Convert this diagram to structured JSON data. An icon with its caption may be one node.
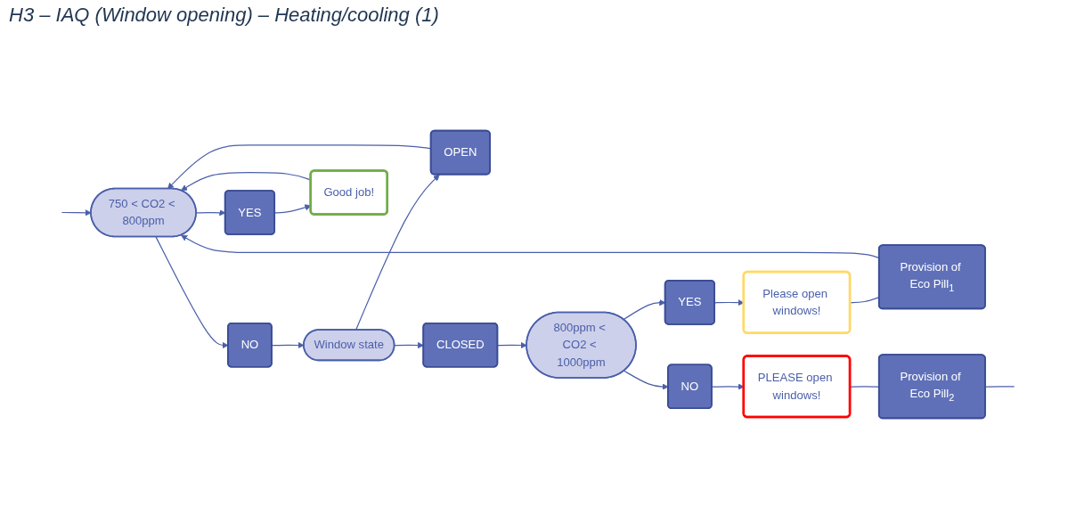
{
  "diagram": {
    "title": "H3 – IAQ (Window opening) – Heating/cooling (1)",
    "nodes": [
      {
        "text": [
          "750 < CO2 < 800ppm"
        ]
      },
      {
        "text": [
          "NO"
        ]
      },
      {
        "text": [
          "YES"
        ]
      },
      {
        "text": [
          "Window state"
        ]
      },
      {
        "text": [
          "Good job!"
        ]
      },
      {
        "text": [
          "OPEN"
        ]
      },
      {
        "text": [
          "CLOSED"
        ]
      },
      {
        "text": [
          "800ppm < CO2 < 1000ppm"
        ]
      },
      {
        "text": [
          "NO"
        ]
      },
      {
        "text": [
          "YES"
        ]
      },
      {
        "text": [
          "Please open windows!"
        ]
      },
      {
        "text": [
          "PLEASE open windows!"
        ]
      },
      {
        "text": [
          "Provision of Eco Pill$_{1}$"
        ]
      },
      {
        "text": [
          "Provision of Eco Pill$_{2}$"
        ]
      }
    ],
    "edges": [
      {
        "from": 0,
        "to": 1,
        "arrow": "to"
      },
      {
        "from": 0,
        "to": 2,
        "arrow": "to"
      },
      {
        "from": 1,
        "to": 3,
        "arrow": "to"
      },
      {
        "from": 2,
        "to": 4,
        "arrow": "to"
      },
      {
        "from": 3,
        "to": 5,
        "arrow": "to"
      },
      {
        "from": 3,
        "to": 6,
        "arrow": "to"
      },
      {
        "from": 6,
        "to": 7,
        "arrow": "to"
      },
      {
        "from": 7,
        "to": 8,
        "arrow": "to"
      },
      {
        "from": 7,
        "to": 9,
        "arrow": "to"
      },
      {
        "from": 8,
        "to": 11,
        "arrow": "to"
      },
      {
        "from": 9,
        "to": 10,
        "arrow": "to"
      },
      {
        "from": 4,
        "to": 0,
        "arrow": "to"
      },
      {
        "from": 5,
        "to": 0,
        "arrow": "to"
      },
      {
        "from": 10,
        "to": 12,
        "arrow": "none"
      },
      {
        "from": 12,
        "to": 0,
        "arrow": "to"
      },
      {
        "from": null,
        "to": 0,
        "arrow": "to"
      },
      {
        "from": 11,
        "to": 13,
        "arrow": "none"
      },
      {
        "from": 13,
        "to": null,
        "arrow": "none"
      }
    ]
  }
}
